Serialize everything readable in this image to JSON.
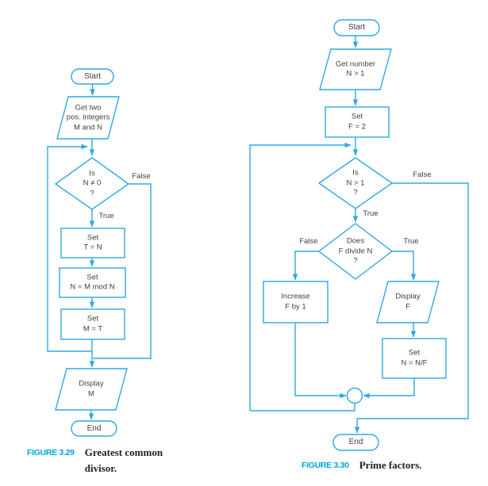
{
  "colors": {
    "line": "#2EA9E0",
    "node_text": "#414042",
    "caption_label": "#00A6DB",
    "caption_text": "#221E1F"
  },
  "gcd": {
    "caption_label": "FIGURE 3.29",
    "caption_text": "Greatest common\ndivisor.",
    "start": "Start",
    "input": "Get two\npos. integers\nM and N",
    "decision": "Is\nN ≠ 0\n?",
    "label_false": "False",
    "label_true": "True",
    "set_t": "Set\nT = N",
    "set_n": "Set\nN = M mod N",
    "set_m": "Set\nM = T",
    "display": "Display\nM",
    "end": "End"
  },
  "prime": {
    "caption_label": "FIGURE 3.30",
    "caption_text": "Prime factors.",
    "start": "Start",
    "input": "Get number\nN > 1",
    "set_f": "Set\nF = 2",
    "decision_n": "Is\nN > 1\n?",
    "label_false_n": "False",
    "label_true_n": "True",
    "decision_f": "Does\nF divide N\n?",
    "label_false_f": "False",
    "label_true_f": "True",
    "increase": "Increase\nF by 1",
    "display": "Display\nF",
    "set_n": "Set\nN = N/F",
    "end": "End"
  }
}
